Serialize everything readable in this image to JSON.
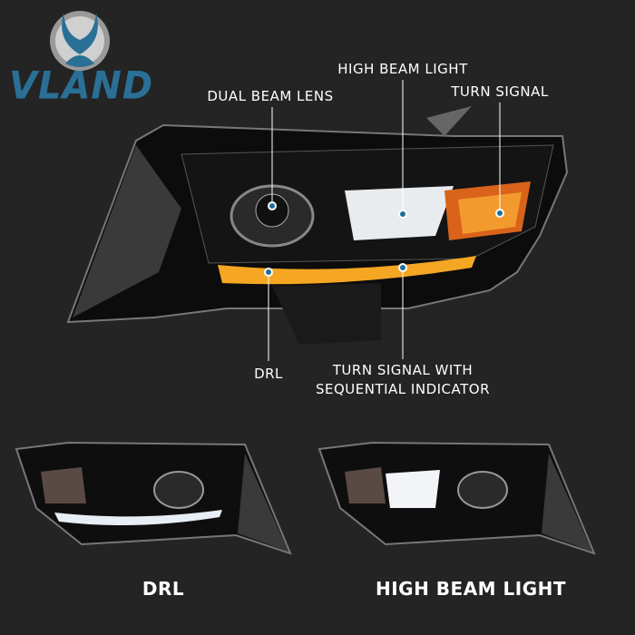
{
  "brand": {
    "name": "VLAND",
    "color": "#2a7096"
  },
  "callouts": {
    "high_beam": "HIGH BEAM LIGHT",
    "dual_beam_lens": "DUAL BEAM LENS",
    "turn_signal": "TURN SIGNAL",
    "drl": "DRL",
    "turn_sequential_line1": "TURN SIGNAL WITH",
    "turn_sequential_line2": "SEQUENTIAL INDICATOR"
  },
  "captions": {
    "left": "DRL",
    "right": "HIGH BEAM LIGHT"
  },
  "colors": {
    "background": "#242424",
    "amber": "#f5a623",
    "dot": "#1f6f9a"
  }
}
